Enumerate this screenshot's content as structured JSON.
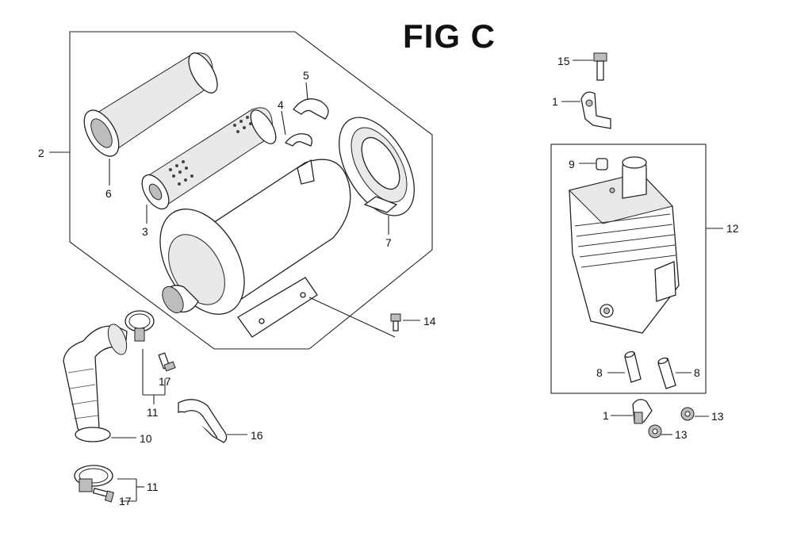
{
  "figure": {
    "title": "FIG C"
  },
  "callouts": {
    "c1a": "1",
    "c1b": "1",
    "c2": "2",
    "c3": "3",
    "c4": "4",
    "c5": "5",
    "c6": "6",
    "c7": "7",
    "c8a": "8",
    "c8b": "8",
    "c9": "9",
    "c10": "10",
    "c11a": "11",
    "c11b": "11",
    "c12": "12",
    "c13a": "13",
    "c13b": "13",
    "c14": "14",
    "c15": "15",
    "c16": "16",
    "c17a": "17",
    "c17b": "17"
  }
}
